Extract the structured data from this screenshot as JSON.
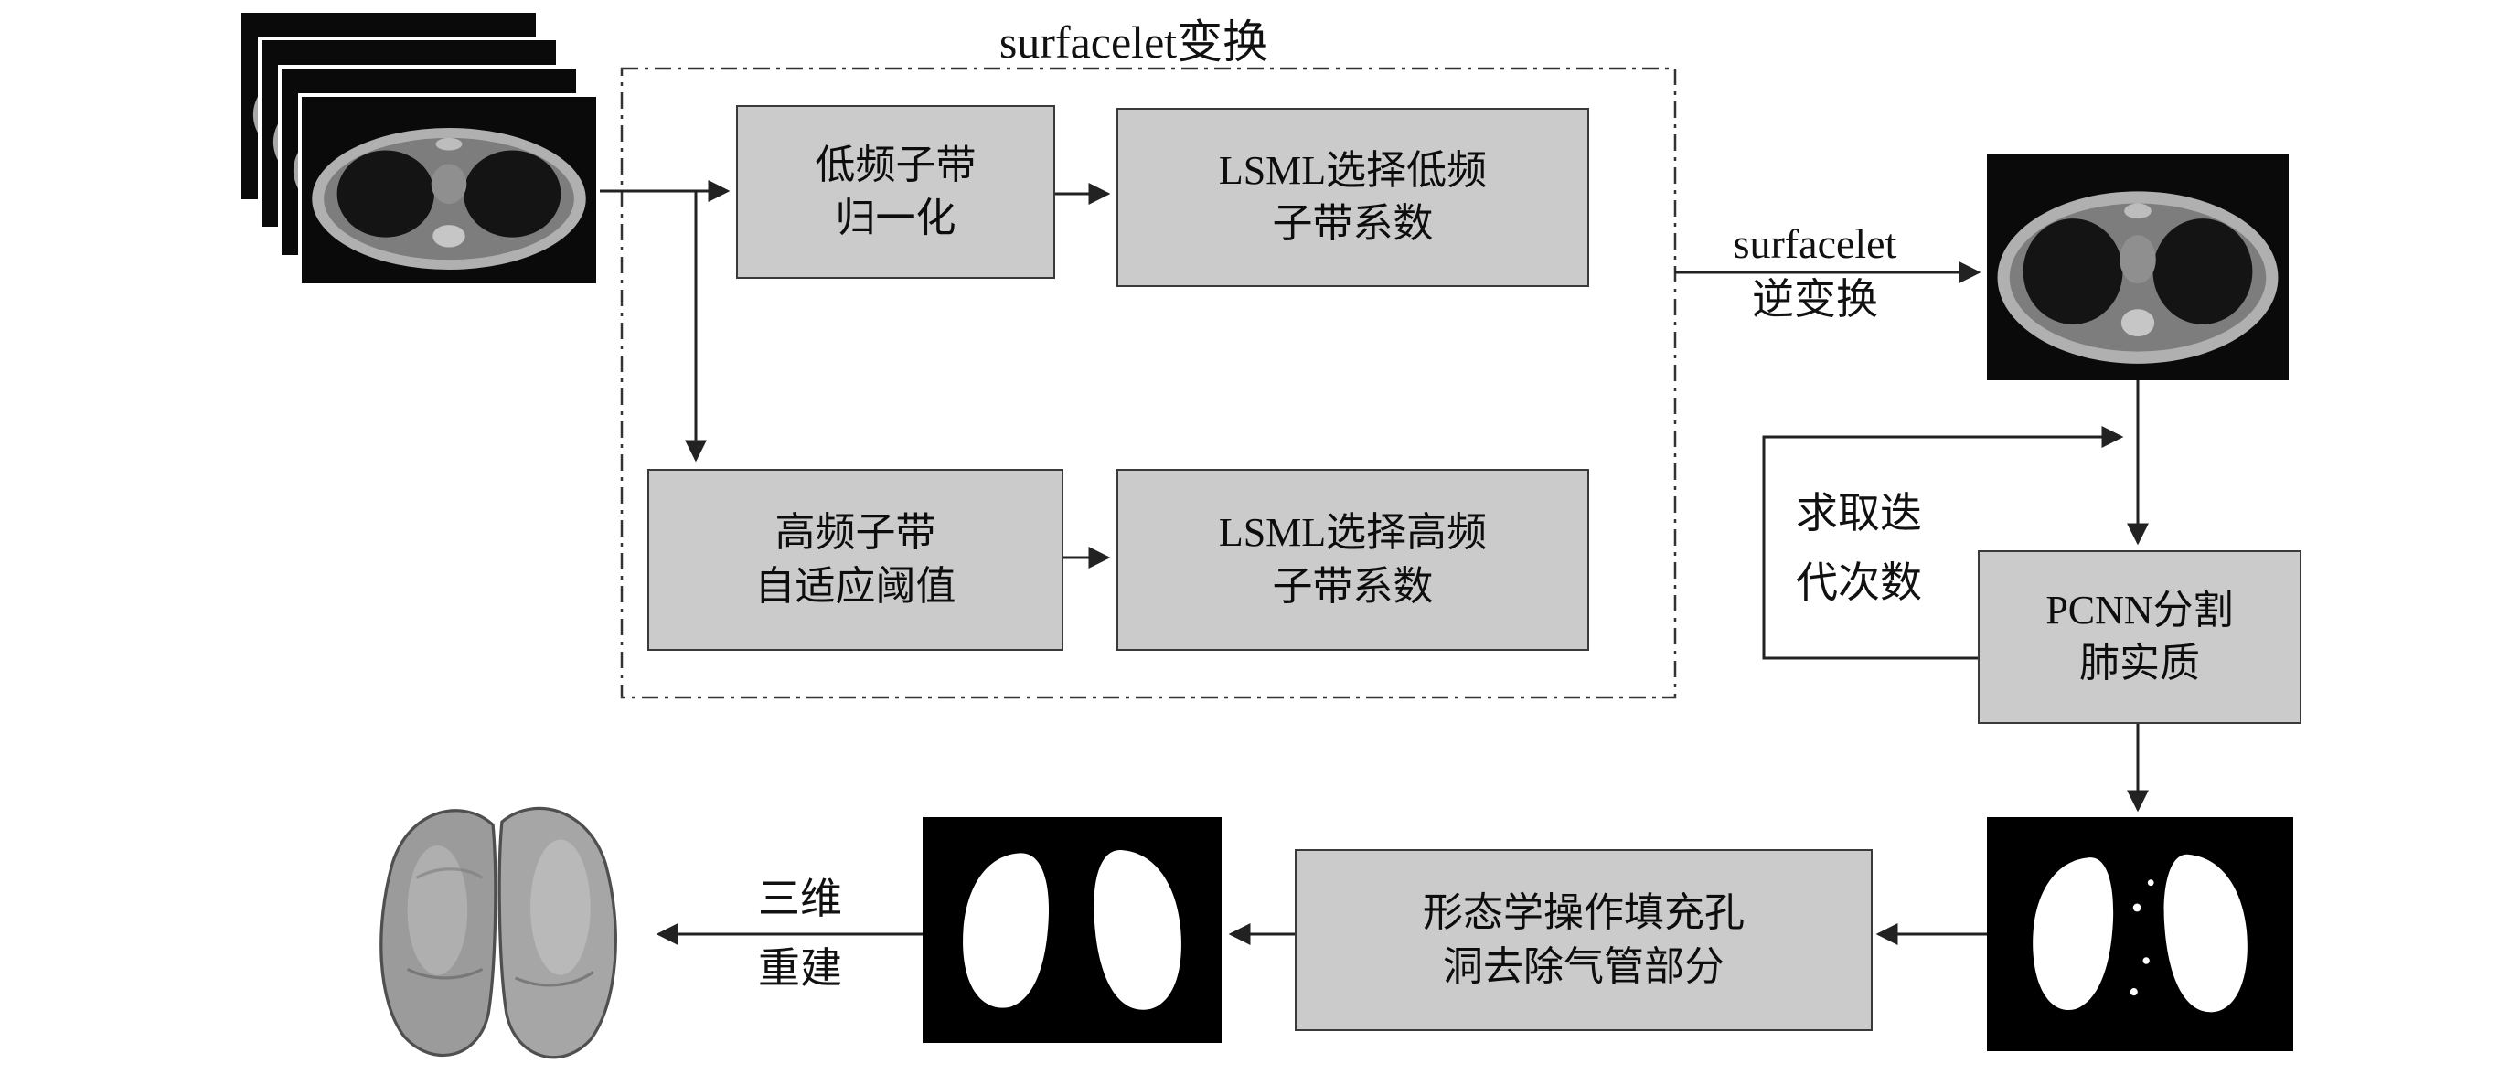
{
  "title": "surfacelet变换",
  "boxes": {
    "low_freq": {
      "line1": "低频子带",
      "line2": "归一化"
    },
    "lsml_low": {
      "line1": "LSML选择低频",
      "line2": "子带系数"
    },
    "high_freq": {
      "line1": "高频子带",
      "line2": "自适应阈值"
    },
    "lsml_high": {
      "line1": "LSML选择高频",
      "line2": "子带系数"
    },
    "pcnn": {
      "line1": "PCNN分割",
      "line2": "肺实质"
    },
    "morphology": {
      "line1": "形态学操作填充孔",
      "line2": "洞去除气管部分"
    }
  },
  "labels": {
    "inverse": {
      "line1": "surfacelet",
      "line2": "逆变换"
    },
    "iteration": {
      "line1": "求取迭",
      "line2": "代次数"
    },
    "reconstruction": {
      "line1": "三维",
      "line2": "重建"
    }
  },
  "images": {
    "ct_stack": "stacked-chest-ct-slices",
    "ct_result": "denoised-chest-ct-slice",
    "lung_mask_raw": "binary-lung-segmentation-mask",
    "lung_mask_clean": "refined-binary-lung-mask",
    "lung_3d": "3d-reconstructed-lungs"
  },
  "colors": {
    "background": "#ffffff",
    "box_fill": "#cbcbcb",
    "box_border": "#3a3a3a",
    "line": "#222222"
  }
}
